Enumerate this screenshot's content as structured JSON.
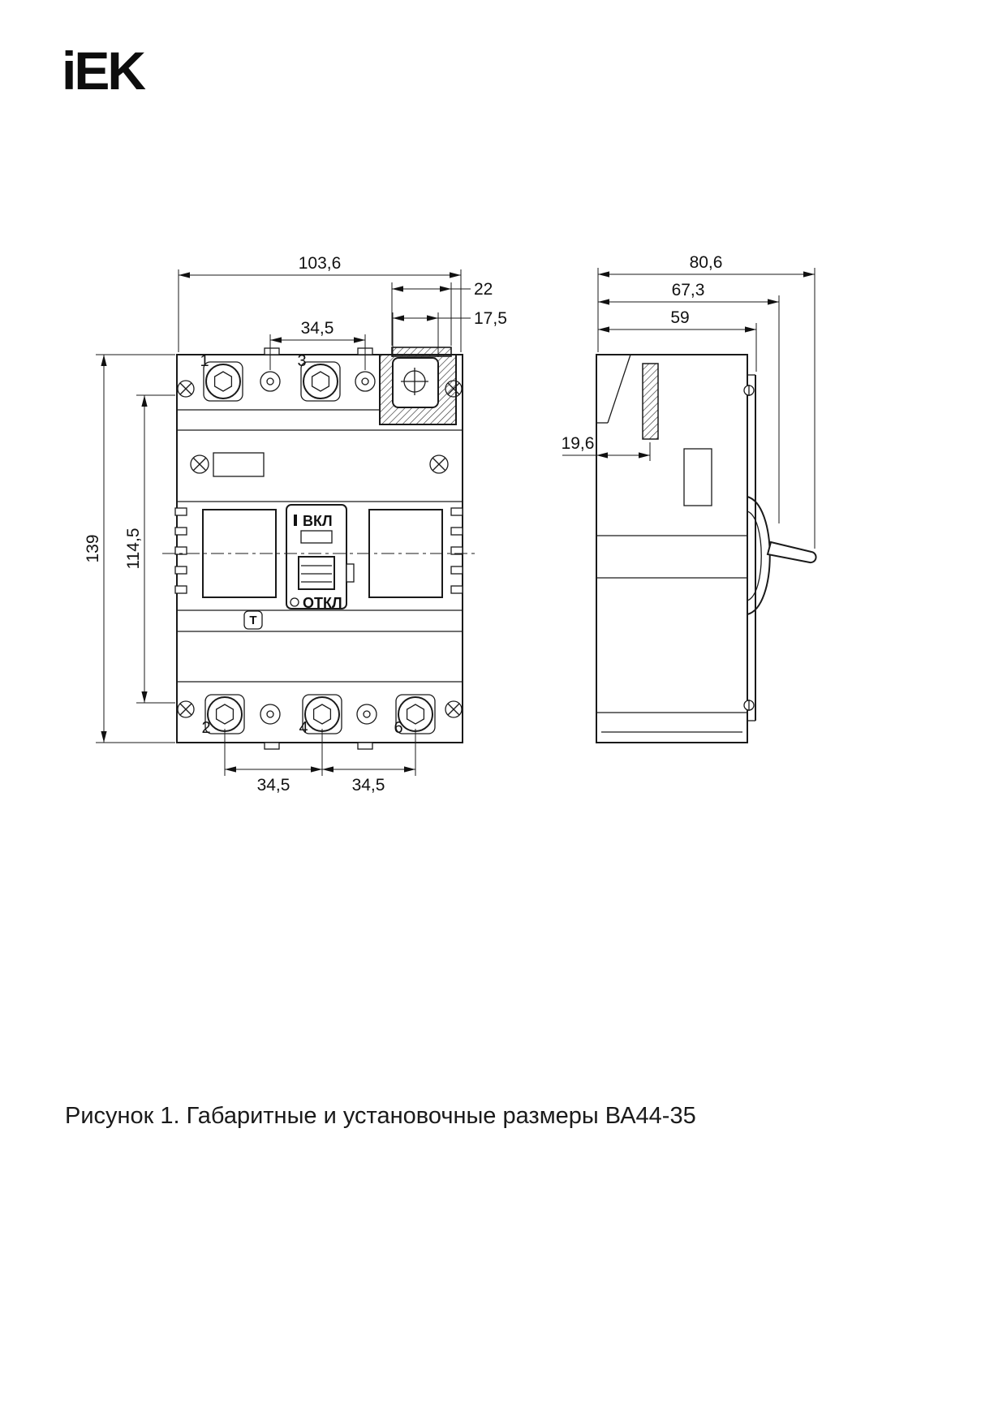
{
  "logo": {
    "text": "iEK"
  },
  "caption": "Рисунок 1. Габаритные и установочные размеры ВА44-35",
  "front_view": {
    "dims": {
      "overall_width": "103,6",
      "terminal_cover_width": "22",
      "terminal_cover_window": "17,5",
      "top_hole_pitch": "34,5",
      "overall_height": "139",
      "mounting_height": "114,5",
      "bottom_pitch_left": "34,5",
      "bottom_pitch_right": "34,5"
    },
    "labels": {
      "on": "ВКЛ",
      "off": "ОТКЛ",
      "test_button": "Т",
      "terminal_1": "1",
      "terminal_3": "3",
      "terminal_2": "2",
      "terminal_4": "4",
      "terminal_6": "6"
    }
  },
  "side_view": {
    "dims": {
      "overall_depth": "80,6",
      "depth_to_handle": "67,3",
      "body_depth": "59",
      "cover_depth": "19,6"
    }
  }
}
